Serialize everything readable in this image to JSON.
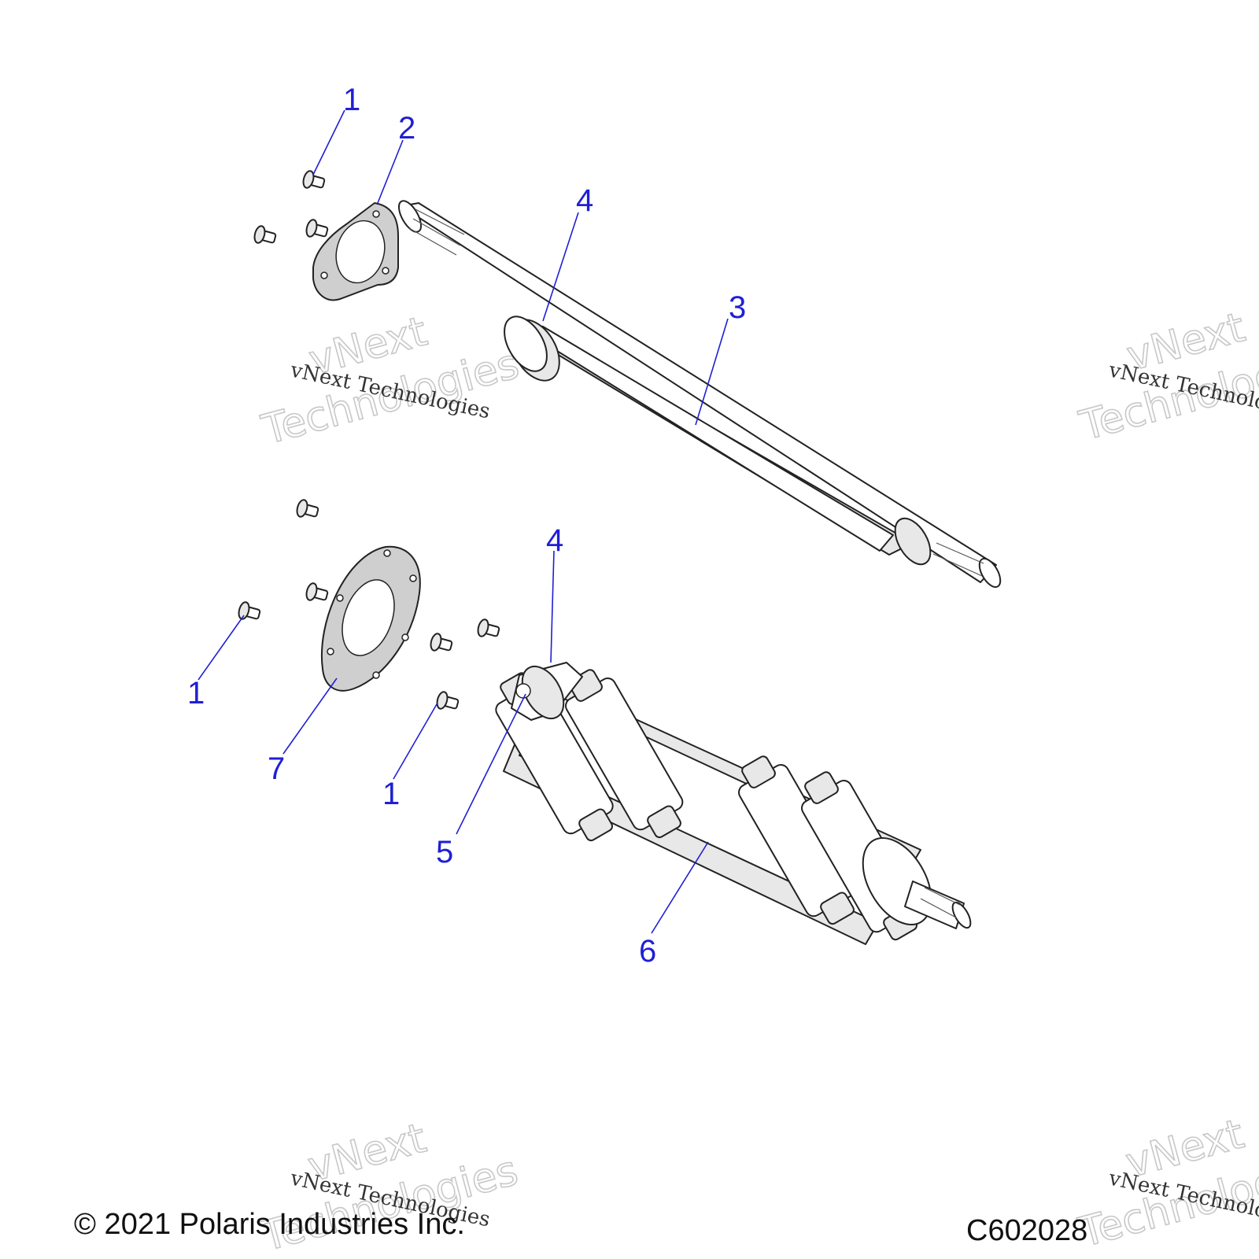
{
  "callouts": {
    "c1a": "1",
    "c2": "2",
    "c4a": "4",
    "c3": "3",
    "c4b": "4",
    "c1b": "1",
    "c7": "7",
    "c1c": "1",
    "c5": "5",
    "c6": "6"
  },
  "watermark": {
    "line1": "vNext",
    "line2": "Technologies",
    "small": "vNext Technologies"
  },
  "footer": {
    "copyright": "© 2021 Polaris Industries Inc.",
    "code": "C602028"
  },
  "colors": {
    "callout": "#1f1fd6",
    "watermark_outline": "#c8c8c8"
  }
}
